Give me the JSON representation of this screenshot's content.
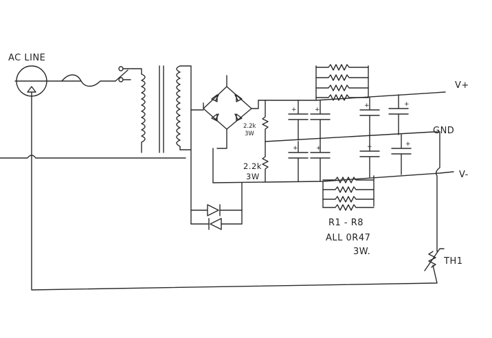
{
  "labels": {
    "ac_line": "AC LINE",
    "v_plus": "V+",
    "gnd": "GND",
    "v_minus": "V-",
    "r_bleed_top": [
      "2.2k",
      "3W"
    ],
    "r_bleed_bot": [
      "2.2k",
      "3W"
    ],
    "r_note": [
      "R1 - R8",
      "ALL 0R47",
      "3W."
    ],
    "thermistor": "TH1",
    "cap_plus": "+"
  }
}
